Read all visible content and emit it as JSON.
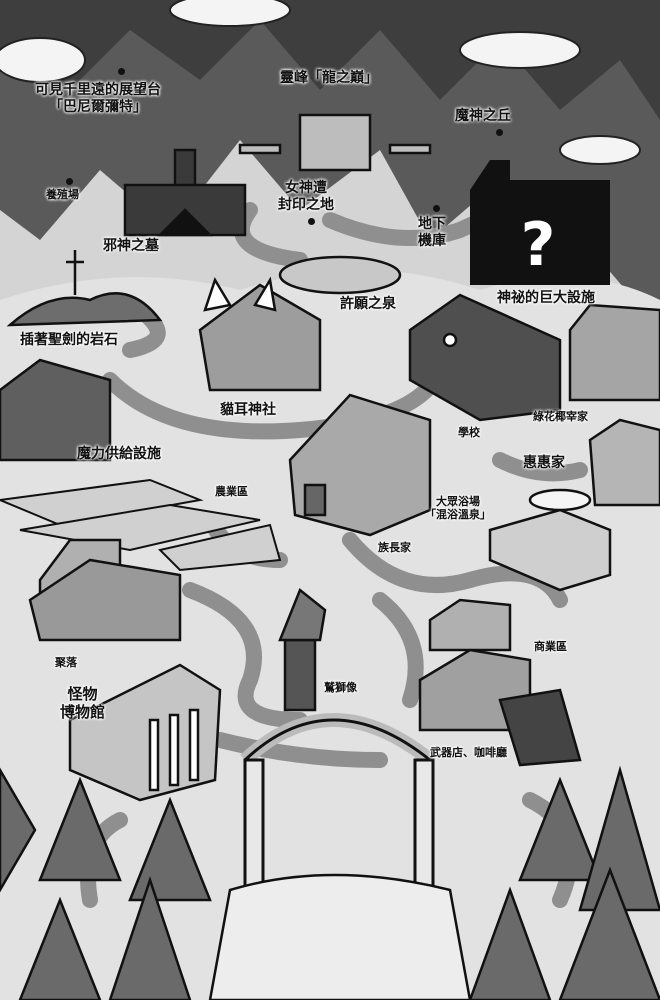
{
  "map": {
    "labels": {
      "observatory": "可見千里遠的展望台\n「巴尼爾彌特」",
      "dragon_peak": "靈峰「龍之巔」",
      "demon_hill": "魔神之丘",
      "farm_breeding": "養殖場",
      "evil_god_tomb": "邪神之墓",
      "goddess_seal": "女神遭\n封印之地",
      "underground_hangar": "地下\n機庫",
      "mystery_facility": "神祕的巨大設施",
      "wishing_spring": "許願之泉",
      "holy_sword_rock": "插著聖劍的岩石",
      "cat_ear_shrine": "貓耳神社",
      "yunyun_house": "綠花椰宰家",
      "school": "學校",
      "mana_supply": "魔力供給設施",
      "megumin_house": "惠惠家",
      "farm_area": "農業區",
      "public_bath": "大眾浴場\n「混浴溫泉」",
      "chief_house": "族長家",
      "village": "聚落",
      "commercial_area": "商業區",
      "monster_museum": "怪物\n博物館",
      "griffin_statue": "鷲獅像",
      "weapon_cafe": "武器店、咖啡廳"
    },
    "mystery_symbol": "?",
    "colors": {
      "ink": "#111111",
      "paper": "#e6e6e6",
      "road": "#8c8c8c",
      "mountain": "#5c5c5c"
    }
  }
}
